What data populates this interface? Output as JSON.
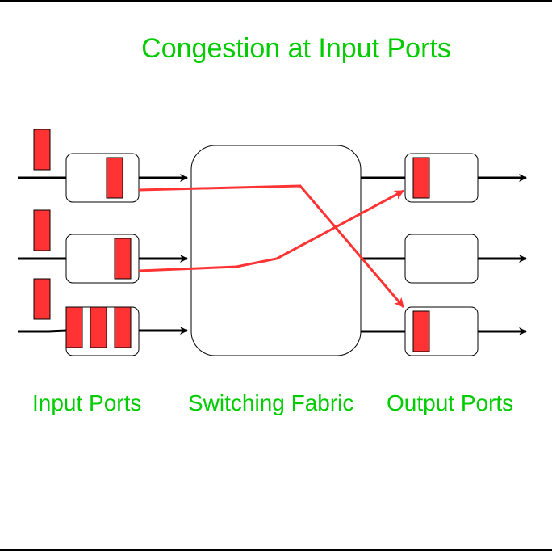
{
  "title": "Congestion at Input Ports",
  "labels": {
    "input_ports": "Input Ports",
    "switching_fabric": "Switching Fabric",
    "output_ports": "Output Ports"
  },
  "colors": {
    "text": "#00cc00",
    "packet": "#ff3333",
    "path": "#ff3333",
    "outline": "#000000"
  },
  "input_ports": [
    {
      "id": 1,
      "queued_packets": 1,
      "waiting_packets": 1,
      "routed_to_output": 3
    },
    {
      "id": 2,
      "queued_packets": 1,
      "waiting_packets": 1,
      "routed_to_output": 1
    },
    {
      "id": 3,
      "queued_packets": 3,
      "waiting_packets": 1,
      "routed_to_output": null
    }
  ],
  "output_ports": [
    {
      "id": 1,
      "queued_packets": 1
    },
    {
      "id": 2,
      "queued_packets": 0
    },
    {
      "id": 3,
      "queued_packets": 1
    }
  ]
}
